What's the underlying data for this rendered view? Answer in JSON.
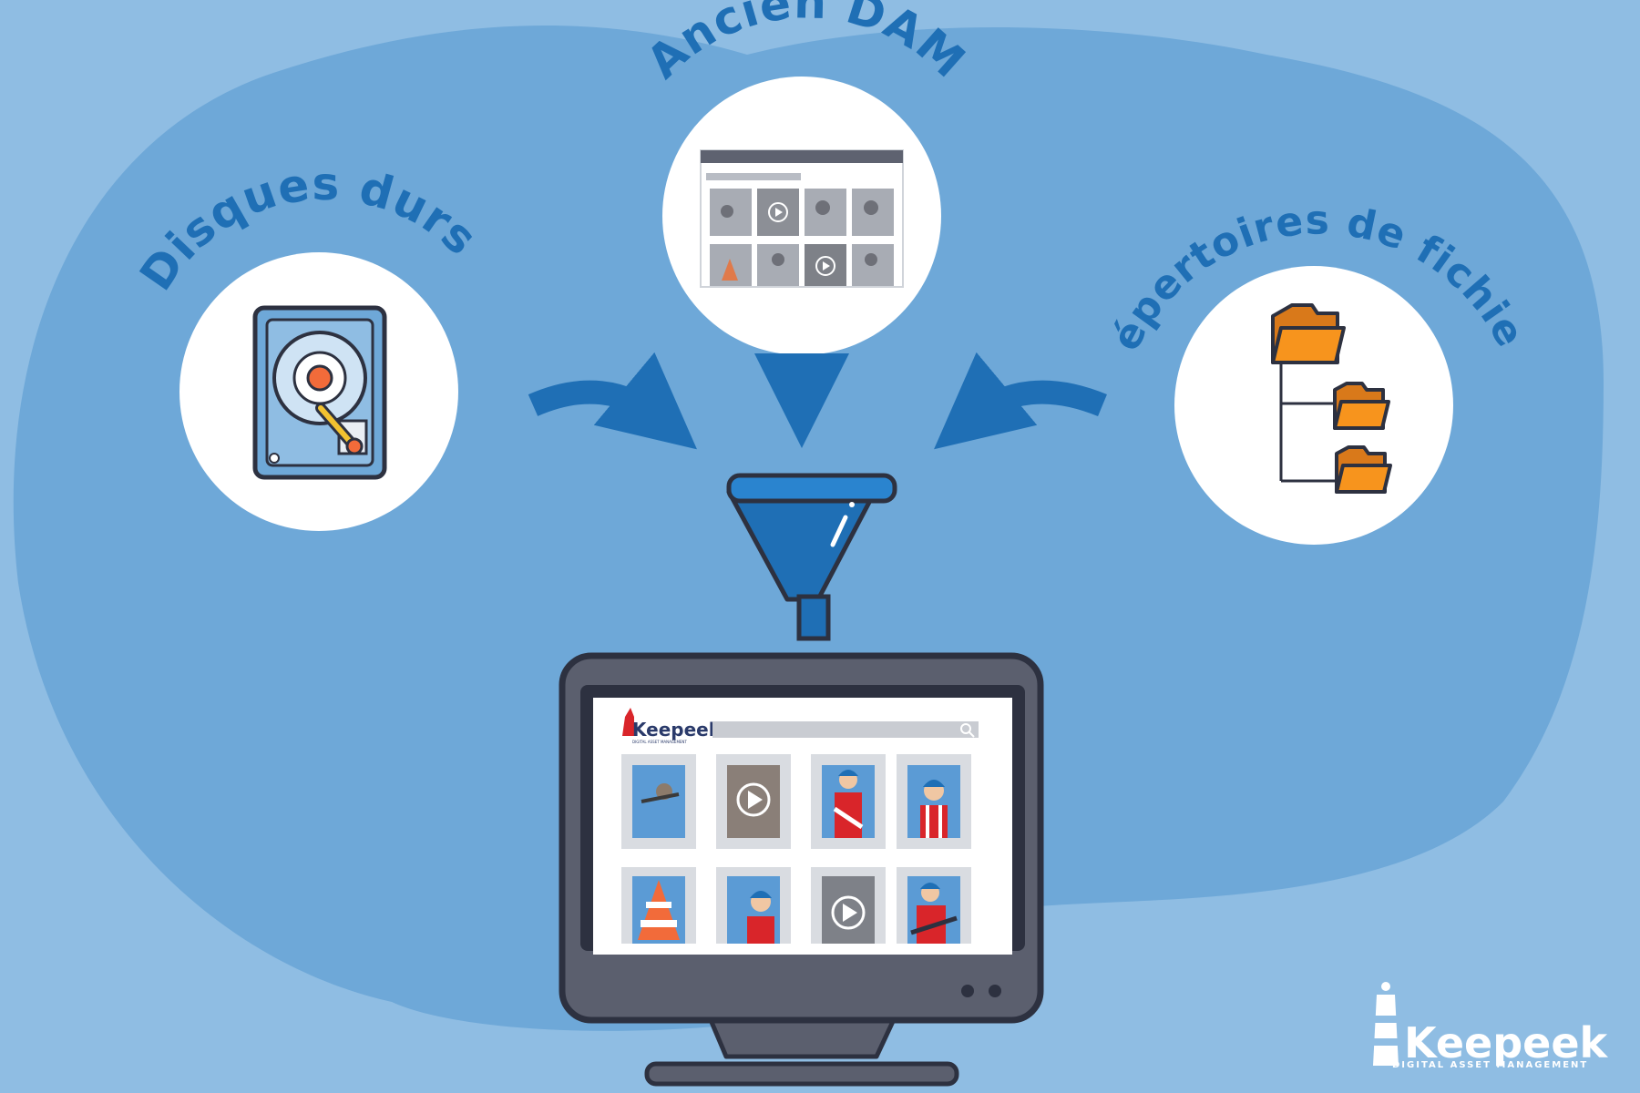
{
  "labels": {
    "hard_drives": "Disques durs",
    "old_dam": "Ancien DAM",
    "file_directories": "Répertoires de fichiers"
  },
  "brand": {
    "name": "Keepeek",
    "tagline": "DIGITAL ASSET MANAGEMENT"
  },
  "screen": {
    "brand_name": "Keepeek",
    "brand_tagline": "DIGITAL ASSET MANAGEMENT"
  },
  "colors": {
    "background": "#8fbde3",
    "blob": "#6ea8d8",
    "accent_blue": "#1f6fb5",
    "folder_orange": "#f7941d",
    "monitor_dark": "#2d3140",
    "brand_red": "#d9252a"
  },
  "icons": [
    "hard-drive-icon",
    "dam-gallery-icon",
    "folder-tree-icon",
    "funnel-icon",
    "monitor-icon",
    "play-icon",
    "search-icon",
    "lighthouse-icon"
  ]
}
